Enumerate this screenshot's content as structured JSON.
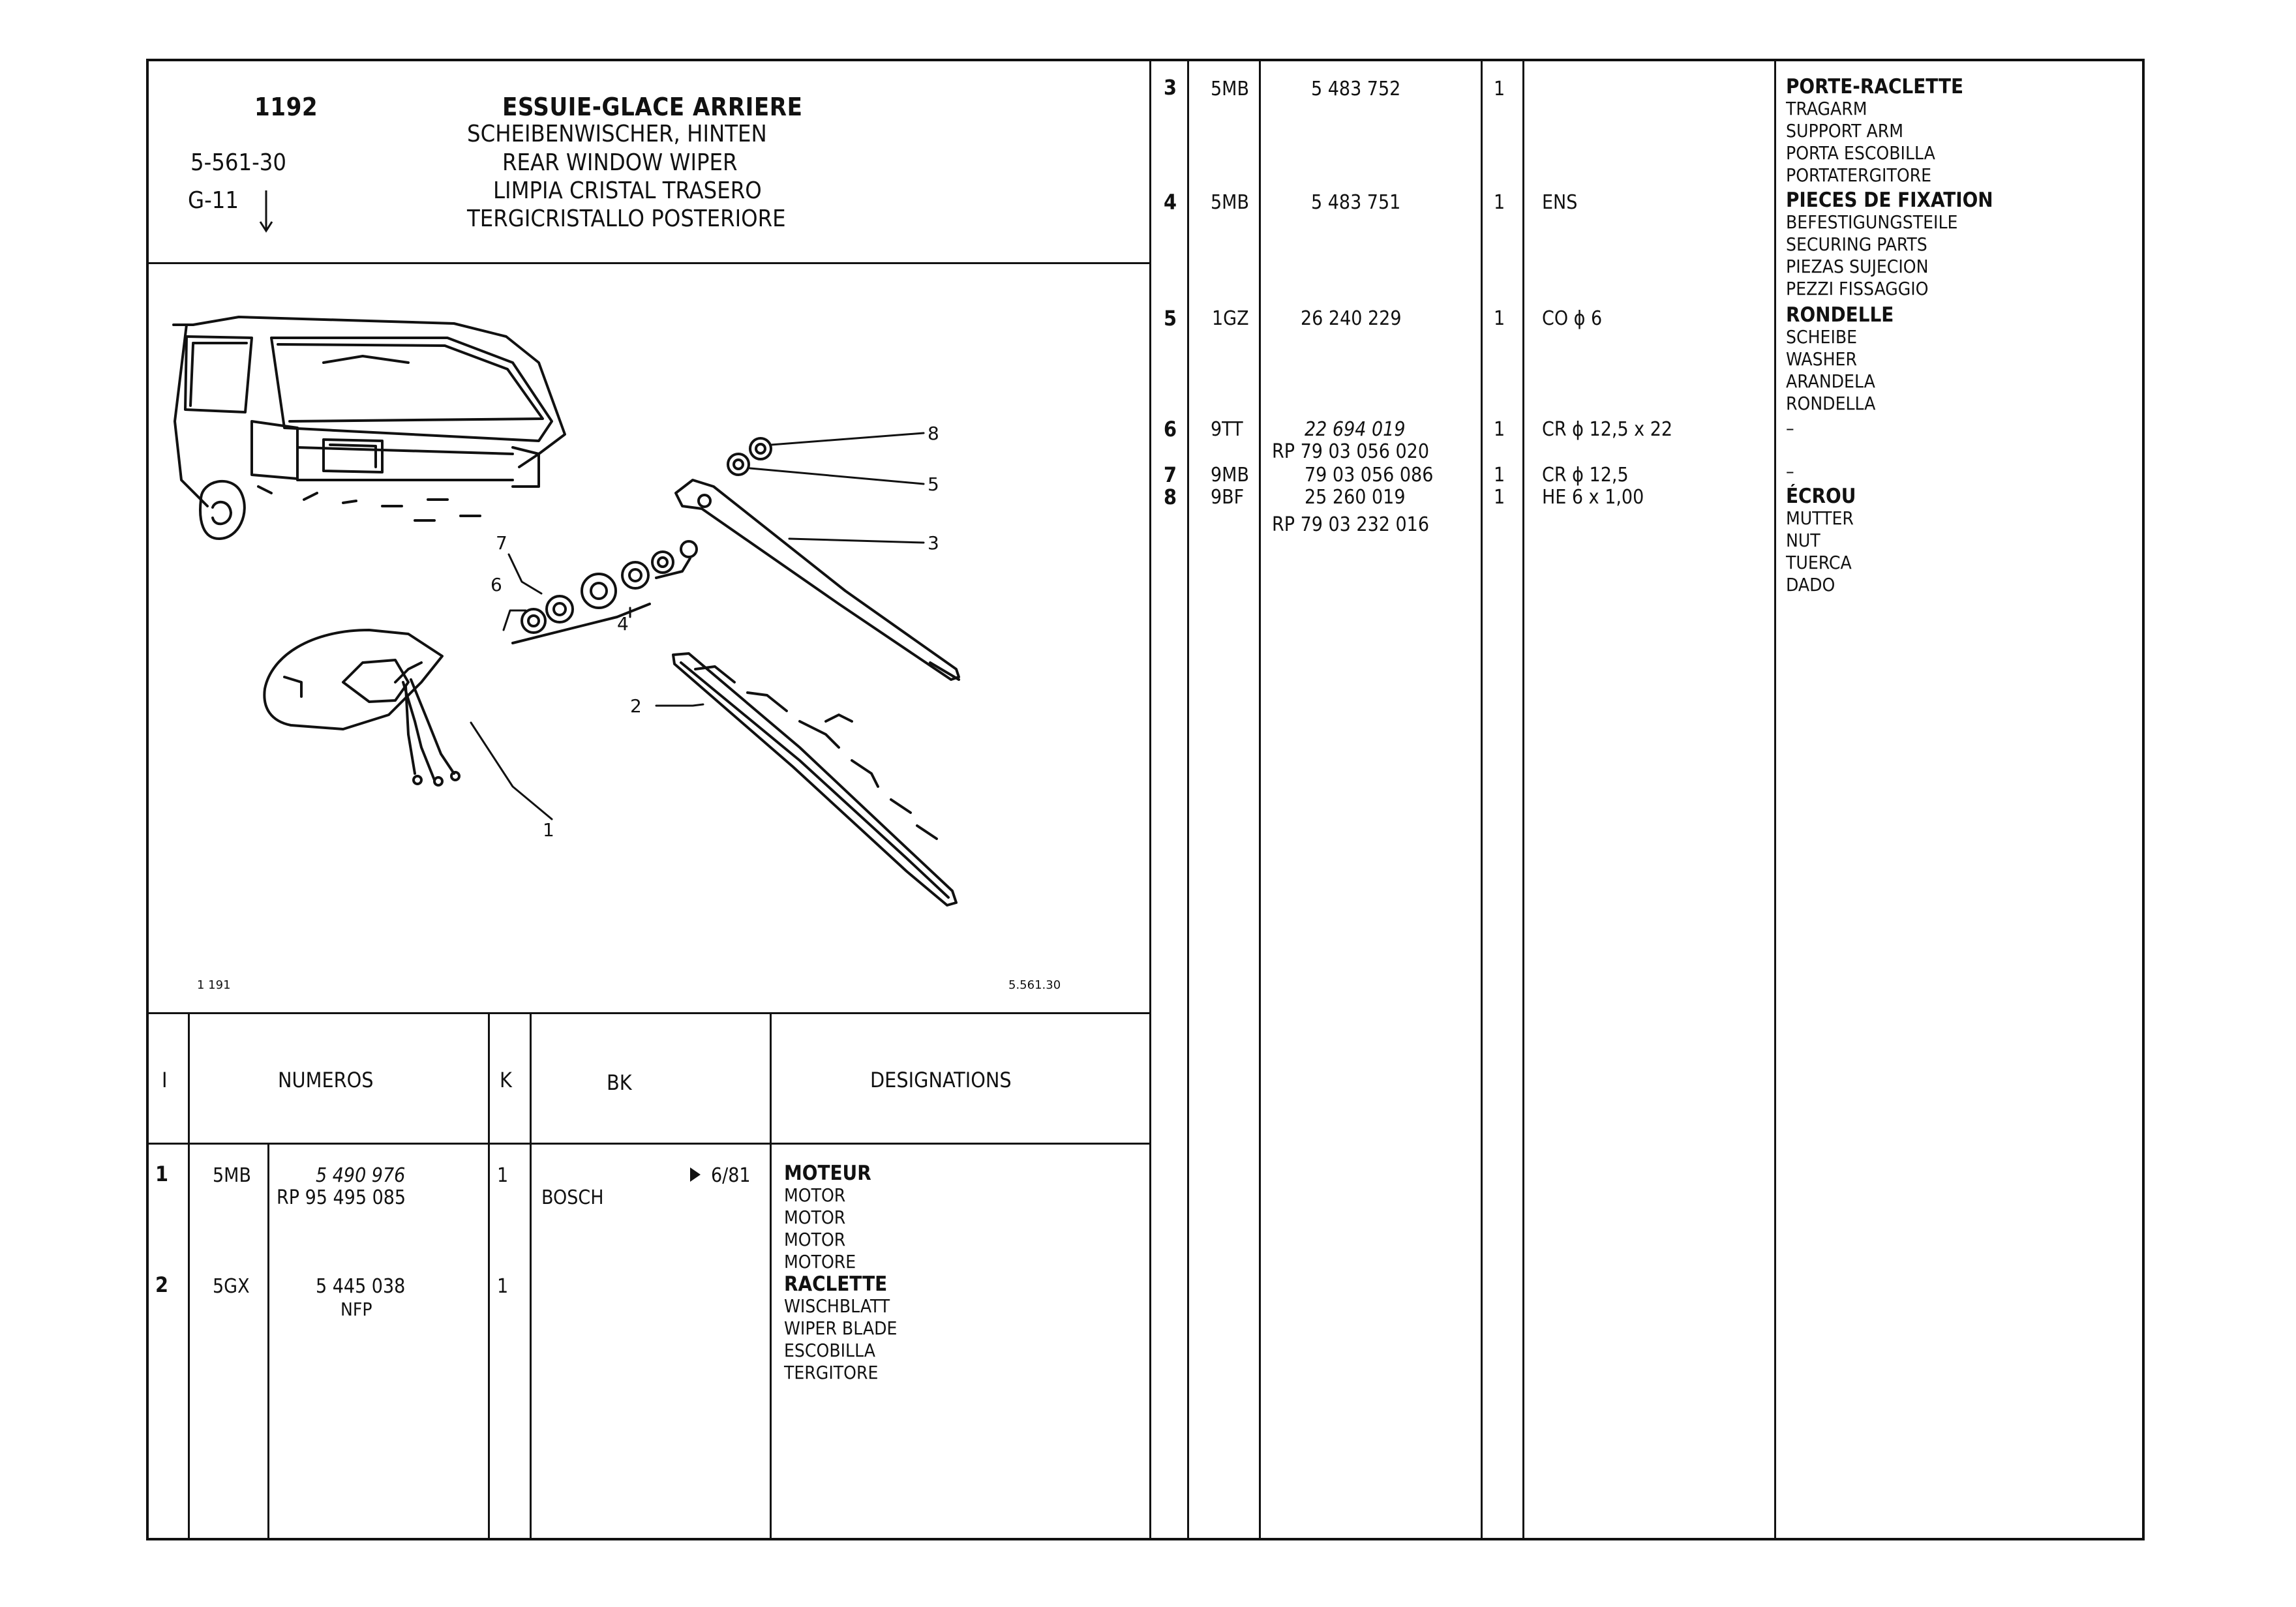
{
  "header": {
    "page_no": "1192",
    "ref": "5-561-30",
    "group": "G-11",
    "titles": [
      "ESSUIE-GLACE ARRIERE",
      "SCHEIBENWISCHER, HINTEN",
      "REAR WINDOW WIPER",
      "LIMPIA CRISTAL TRASERO",
      "TERGICRISTALLO POSTERIORE"
    ]
  },
  "illustration": {
    "caption_left": "1 191",
    "caption_right": "5.561.30",
    "callouts": [
      "1",
      "2",
      "3",
      "4",
      "5",
      "6",
      "7",
      "8"
    ]
  },
  "left_table": {
    "columns": [
      "I",
      "NUMEROS",
      "K",
      "BK",
      "DESIGNATIONS"
    ],
    "rows": [
      {
        "index": "1",
        "code": "5MB",
        "number": "5 490 976",
        "number2": "RP 95 495 085",
        "qty": "1",
        "bk": "BOSCH",
        "bk_date": "6/81",
        "designation_bold": "MOTEUR",
        "designations": [
          "MOTOR",
          "MOTOR",
          "MOTOR",
          "MOTORE"
        ]
      },
      {
        "index": "2",
        "code": "5GX",
        "number": "5 445 038",
        "number2": "NFP",
        "qty": "1",
        "bk": "",
        "bk_date": "",
        "designation_bold": "RACLETTE",
        "designations": [
          "WISCHBLATT",
          "WIPER BLADE",
          "ESCOBILLA",
          "TERGITORE"
        ]
      }
    ]
  },
  "right_table": {
    "rows": [
      {
        "index": "3",
        "code": "5MB",
        "number": "5 483 752",
        "qty": "1",
        "spec": "",
        "designation_bold": "PORTE-RACLETTE",
        "designations": [
          "TRAGARM",
          "SUPPORT ARM",
          "PORTA ESCOBILLA",
          "PORTATERGITORE"
        ]
      },
      {
        "index": "4",
        "code": "5MB",
        "number": "5 483 751",
        "qty": "1",
        "spec": "ENS",
        "designation_bold": "PIECES DE FIXATION",
        "designations": [
          "BEFESTIGUNGSTEILE",
          "SECURING PARTS",
          "PIEZAS SUJECION",
          "PEZZI FISSAGGIO"
        ]
      },
      {
        "index": "5",
        "code": "1GZ",
        "number": "26 240 229",
        "qty": "1",
        "spec": "CO ϕ 6",
        "designation_bold": "RONDELLE",
        "designations": [
          "SCHEIBE",
          "WASHER",
          "ARANDELA",
          "RONDELLA"
        ]
      },
      {
        "index": "6",
        "code": "9TT",
        "number": "22 694 019",
        "number2": "RP 79 03 056 020",
        "qty": "1",
        "spec": "CR ϕ 12,5 x 22",
        "designation_bold": "",
        "designations": [
          "–"
        ]
      },
      {
        "index": "7",
        "code": "9MB",
        "number": "79 03 056 086",
        "qty": "1",
        "spec": "CR ϕ 12,5",
        "designation_bold": "",
        "designations": [
          "–"
        ]
      },
      {
        "index": "8",
        "code": "9BF",
        "number": "25 260 019",
        "number2": "RP 79 03 232 016",
        "qty": "1",
        "spec": "HE 6 x 1,00",
        "designation_bold": "ÉCROU",
        "designations": [
          "MUTTER",
          "NUT",
          "TUERCA",
          "DADO"
        ]
      }
    ]
  }
}
